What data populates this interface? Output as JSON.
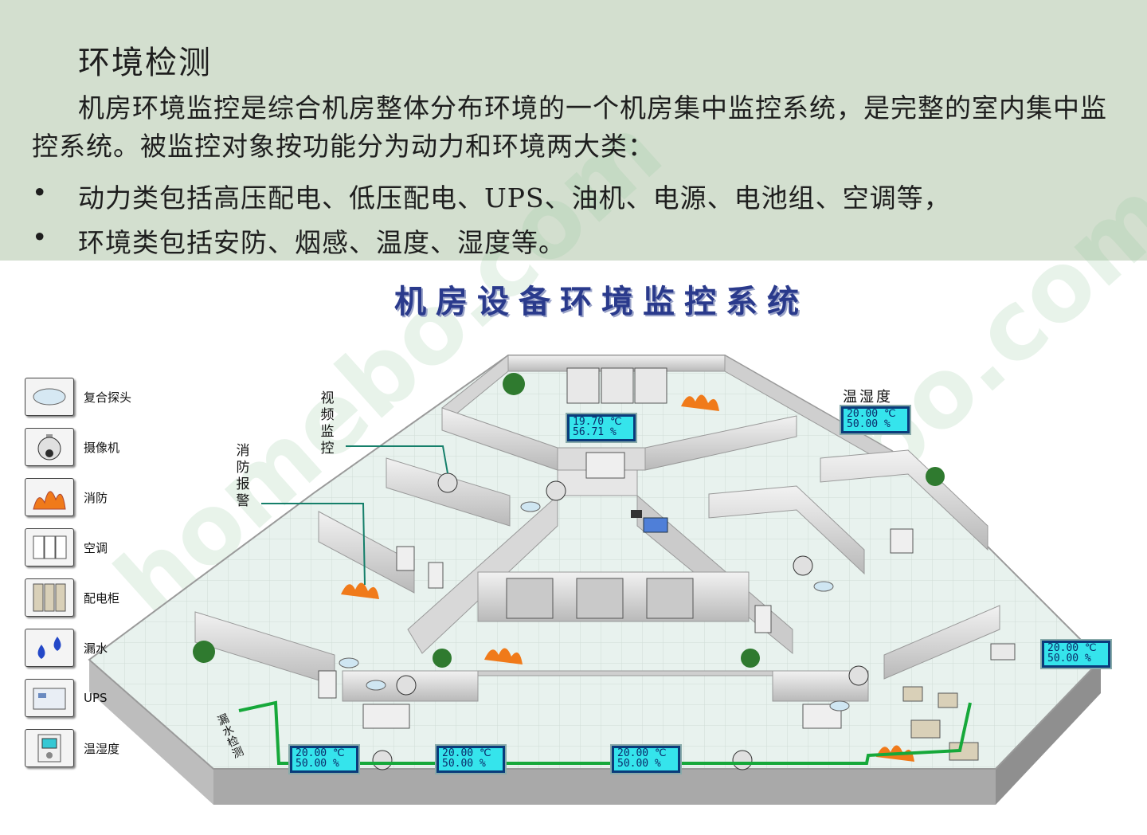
{
  "slide": {
    "heading": "环境检测",
    "paragraph": "机房环境监控是综合机房整体分布环境的一个机房集中监控系统，是完整的室内集中监控系统。被监控对象按功能分为动力和环境两大类：",
    "bullet_glyph": "•",
    "bullets": [
      "动力类包括高压配电、低压配电、UPS、油机、电源、电池组、空调等，",
      "环境类包括安防、烟感、温度、湿度等。"
    ]
  },
  "diagram": {
    "title": "机房设备环境监控系统",
    "legend": [
      {
        "label": "复合探头",
        "icon": "composite-probe-icon"
      },
      {
        "label": "摄像机",
        "icon": "camera-icon"
      },
      {
        "label": "消防",
        "icon": "fire-icon"
      },
      {
        "label": "空调",
        "icon": "air-conditioner-icon"
      },
      {
        "label": "配电柜",
        "icon": "distribution-cabinet-icon"
      },
      {
        "label": "漏水",
        "icon": "water-leak-icon"
      },
      {
        "label": "UPS",
        "icon": "ups-icon"
      },
      {
        "label": "温湿度",
        "icon": "thermo-hygrometer-icon"
      }
    ],
    "callouts": {
      "video": "视频监控",
      "fire_alarm": "消防报警",
      "leak_detect": "漏水检测",
      "temp_humidity": "温湿度"
    },
    "readouts": [
      {
        "temp": "19.70 ℃",
        "hum": "56.71 %"
      },
      {
        "temp": "20.00 ℃",
        "hum": "50.00 %"
      },
      {
        "temp": "20.00 ℃",
        "hum": "50.00 %"
      },
      {
        "temp": "20.00 ℃",
        "hum": "50.00 %"
      },
      {
        "temp": "20.00 ℃",
        "hum": "50.00 %"
      },
      {
        "temp": "20.00 ℃",
        "hum": "50.00 %"
      }
    ]
  }
}
